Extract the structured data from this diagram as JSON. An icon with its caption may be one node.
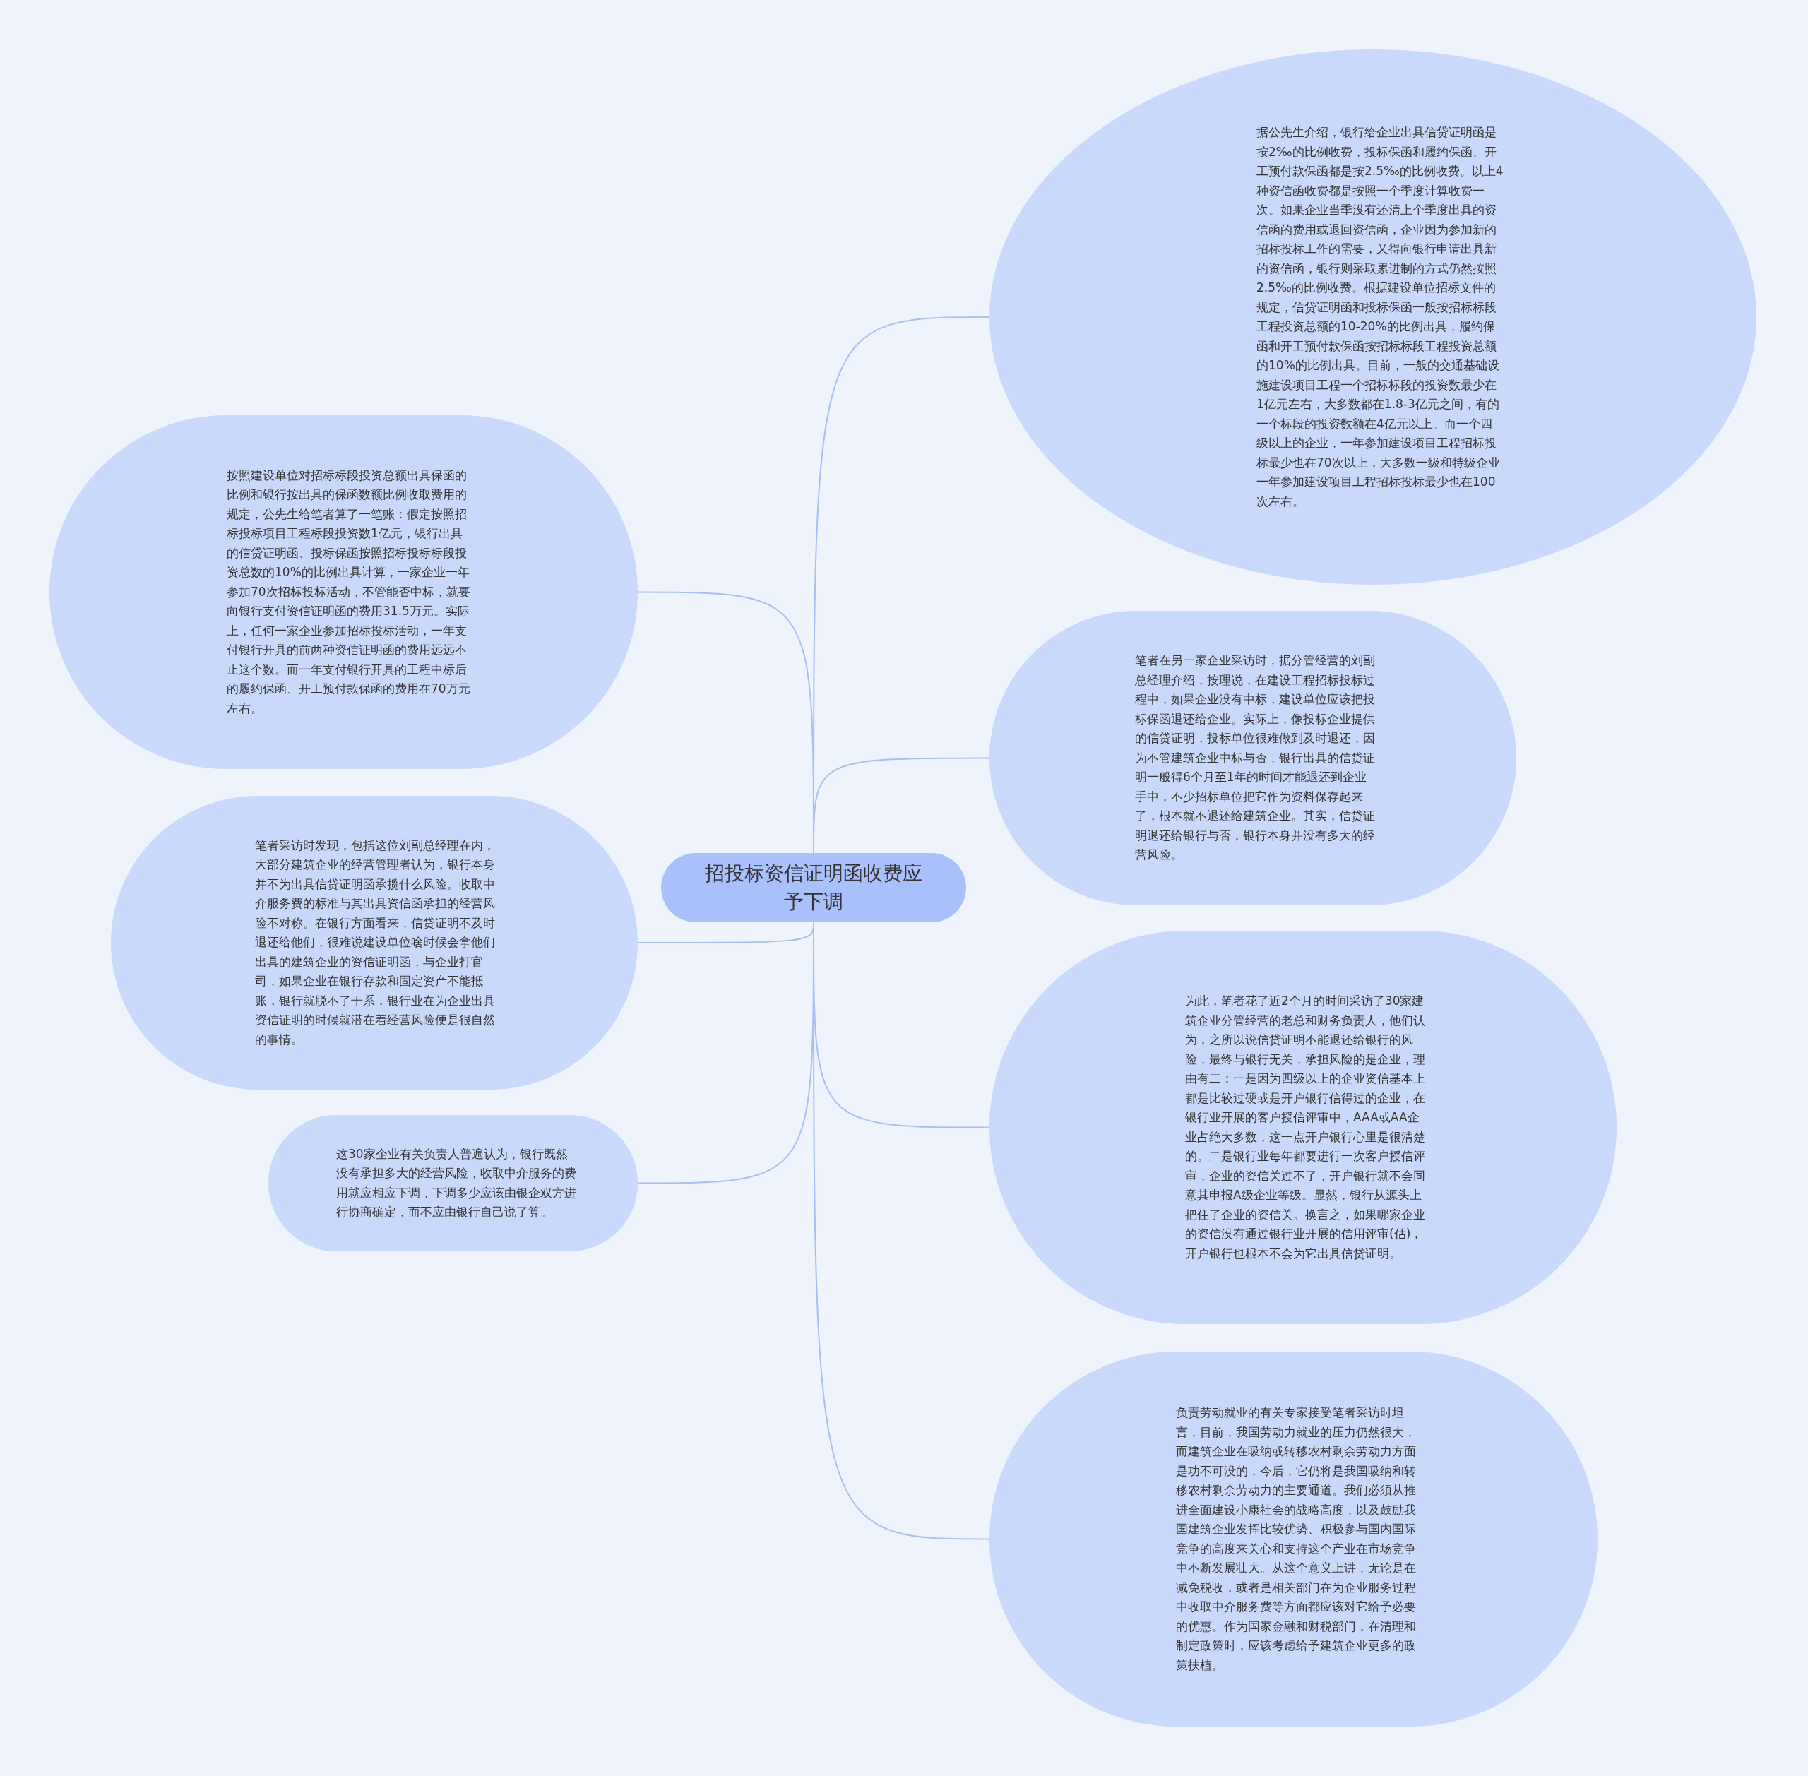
{
  "diagram": {
    "nodes": [
      {
        "text": [
          "招投标资信证明函收费应予下调"
        ]
      },
      {
        "text": [
          "据公先生介绍，银行给企业出具信贷证明函是按2‰的比例收费，投标保函和履约保函、开工预付款保函都是按2.5‰的比例收费。以上4种资信函收费都是按照一个季度计算收费一次。如果企业当季没有还清上个季度出具的资信函的费用或退回资信函，企业因为参加新的招标投标工作的需要，又得向银行申请出具新的资信函，银行则采取累进制的方式仍然按照2.5‰的比例收费。根据建设单位招标文件的规定，信贷证明函和投标保函一般按招标标段工程投资总额的10-20%的比例出具，履约保函和开工预付款保函按招标标段工程投资总额的10%的比例出具。目前，一般的交通基础设施建设项目工程一个招标标段的投资数最少在1亿元左右，大多数都在1.8-3亿元之间，有的一个标段的投资数额在4亿元以上。而一个四级以上的企业，一年参加建设项目工程招标投标最少也在70次以上，大多数一级和特级企业一年参加建设项目工程招标投标最少也在100次左右。"
        ]
      },
      {
        "text": [
          "笔者在另一家企业采访时，据分管经营的刘副总经理介绍，按理说，在建设工程招标投标过程中，如果企业没有中标，建设单位应该把投标保函退还给企业。实际上，像投标企业提供的信贷证明，投标单位很难做到及时退还，因为不管建筑企业中标与否，银行出具的信贷证明一般得6个月至1年的时间才能退还到企业手中，不少招标单位把它作为资料保存起来了，根本就不退还给建筑企业。其实，信贷证明退还给银行与否，银行本身并没有多大的经营风险。"
        ]
      },
      {
        "text": [
          "为此，笔者花了近2个月的时间采访了30家建筑企业分管经营的老总和财务负责人，他们认为，之所以说信贷证明不能退还给银行的风险，最终与银行无关，承担风险的是企业，理由有二：一是因为四级以上的企业资信基本上都是比较过硬或是开户银行信得过的企业，在银行业开展的客户授信评审中，AAA或AA企业占绝大多数，这一点开户银行心里是很清楚的。二是银行业每年都要进行一次客户授信评审，企业的资信关过不了，开户银行就不会同意其申报A级企业等级。显然，银行从源头上把住了企业的资信关。换言之，如果哪家企业的资信没有通过银行业开展的信用评审(估)，开户银行也根本不会为它出具信贷证明。"
        ]
      },
      {
        "text": [
          "负责劳动就业的有关专家接受笔者采访时坦言，目前，我国劳动力就业的压力仍然很大，而建筑企业在吸纳或转移农村剩余劳动力方面是功不可没的，今后，它仍将是我国吸纳和转移农村剩余劳动力的主要通道。我们必须从推进全面建设小康社会的战略高度，以及鼓励我国建筑企业发挥比较优势、积极参与国内国际竞争的高度来关心和支持这个产业在市场竞争中不断发展壮大。从这个意义上讲，无论是在减免税收，或者是相关部门在为企业服务过程中收取中介服务费等方面都应该对它给予必要的优惠。作为国家金融和财税部门，在清理和制定政策时，应该考虑给予建筑企业更多的政策扶植。"
        ]
      },
      {
        "text": [
          "按照建设单位对招标标段投资总额出具保函的比例和银行按出具的保函数额比例收取费用的规定，公先生给笔者算了一笔账：假定按照招标投标项目工程标段投资数1亿元，银行出具的信贷证明函、投标保函按照招标投标标段投资总数的10%的比例出具计算，一家企业一年参加70次招标投标活动，不管能否中标，就要向银行支付资信证明函的费用31.5万元。实际上，任何一家企业参加招标投标活动，一年支付银行开具的前两种资信证明函的费用远远不止这个数。而一年支付银行开具的工程中标后的履约保函、开工预付款保函的费用在70万元左右。"
        ]
      },
      {
        "text": [
          "笔者采访时发现，包括这位刘副总经理在内，大部分建筑企业的经营管理者认为，银行本身并不为出具信贷证明函承揽什么风险。收取中介服务费的标准与其出具资信函承担的经营风险不对称。在银行方面看来，信贷证明不及时退还给他们，很难说建设单位啥时候会拿他们出具的建筑企业的资信证明函，与企业打官司，如果企业在银行存款和固定资产不能抵账，银行就脱不了干系，银行业在为企业出具资信证明的时候就潜在着经营风险便是很自然的事情。"
        ]
      },
      {
        "text": [
          "这30家企业有关负责人普遍认为，银行既然没有承担多大的经营风险，收取中介服务的费用就应相应下调，下调多少应该由银企双方进行协商确定，而不应由银行自己说了算。"
        ]
      }
    ],
    "edges": [
      {
        "from": 0,
        "to": 1,
        "arrow": "none"
      },
      {
        "from": 0,
        "to": 2,
        "arrow": "none"
      },
      {
        "from": 0,
        "to": 3,
        "arrow": "none"
      },
      {
        "from": 0,
        "to": 4,
        "arrow": "none"
      },
      {
        "from": 0,
        "to": 5,
        "arrow": "none"
      },
      {
        "from": 0,
        "to": 6,
        "arrow": "none"
      },
      {
        "from": 0,
        "to": 7,
        "arrow": "none"
      }
    ]
  }
}
